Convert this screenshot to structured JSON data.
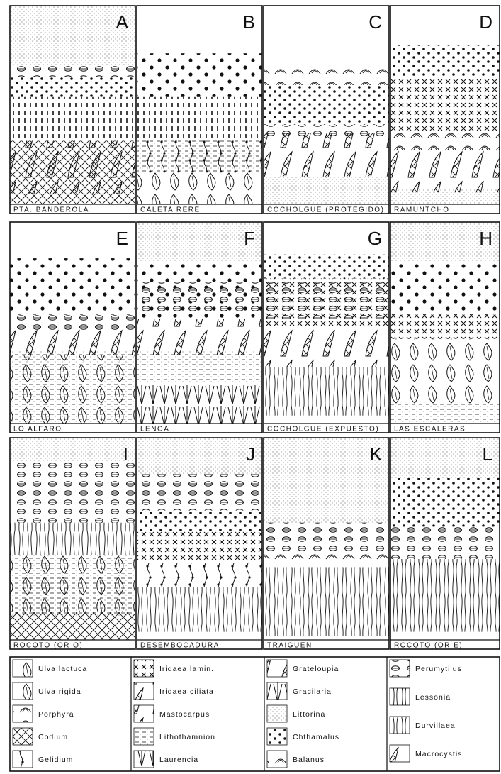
{
  "panels": [
    {
      "letter": "A",
      "site": "PTA. BANDEROLA"
    },
    {
      "letter": "B",
      "site": "CALETA RERE"
    },
    {
      "letter": "C",
      "site": "COCHOLGUE (PROTEGIDO)"
    },
    {
      "letter": "D",
      "site": "RAMUNTCHO"
    },
    {
      "letter": "E",
      "site": "LO ALFARO"
    },
    {
      "letter": "F",
      "site": "LENGA"
    },
    {
      "letter": "G",
      "site": "COCHOLGUE (EXPUESTO)"
    },
    {
      "letter": "H",
      "site": "LAS ESCALERAS"
    },
    {
      "letter": "I",
      "site": "ROCOTO (OR O)"
    },
    {
      "letter": "J",
      "site": "DESEMBOCADURA"
    },
    {
      "letter": "K",
      "site": "TRAIGUEN"
    },
    {
      "letter": "L",
      "site": "ROCOTO (OR E)"
    }
  ],
  "legend": {
    "col1": [
      {
        "icon": "ulva-lactuca-icon",
        "label": "Ulva lactuca"
      },
      {
        "icon": "ulva-rigida-icon",
        "label": "Ulva rigida"
      },
      {
        "icon": "porphyra-icon",
        "label": "Porphyra"
      },
      {
        "icon": "codium-icon",
        "label": "Codium"
      },
      {
        "icon": "gelidium-icon",
        "label": "Gelidium"
      }
    ],
    "col2": [
      {
        "icon": "iridaea-lamin-icon",
        "label": "Iridaea lamin."
      },
      {
        "icon": "iridaea-ciliata-icon",
        "label": "Iridaea ciliata"
      },
      {
        "icon": "mastocarpus-icon",
        "label": "Mastocarpus"
      },
      {
        "icon": "lithothamnion-icon",
        "label": "Lithothamnion"
      },
      {
        "icon": "laurencia-icon",
        "label": "Laurencia"
      }
    ],
    "col3": [
      {
        "icon": "grateloupia-icon",
        "label": "Grateloupia"
      },
      {
        "icon": "gracilaria-icon",
        "label": "Gracilaria"
      },
      {
        "icon": "littorina-icon",
        "label": "Littorina"
      },
      {
        "icon": "chthamalus-icon",
        "label": "Chthamalus"
      },
      {
        "icon": "balanus-icon",
        "label": "Balanus"
      }
    ],
    "col4": [
      {
        "icon": "perumytilus-icon",
        "label": "Perumytilus"
      },
      {
        "icon": "lessonia-icon",
        "label": "Lessonia"
      },
      {
        "icon": "durvillaea-icon",
        "label": "Durvillaea"
      },
      {
        "icon": "macrocystis-icon",
        "label": "Macrocystis"
      }
    ]
  }
}
